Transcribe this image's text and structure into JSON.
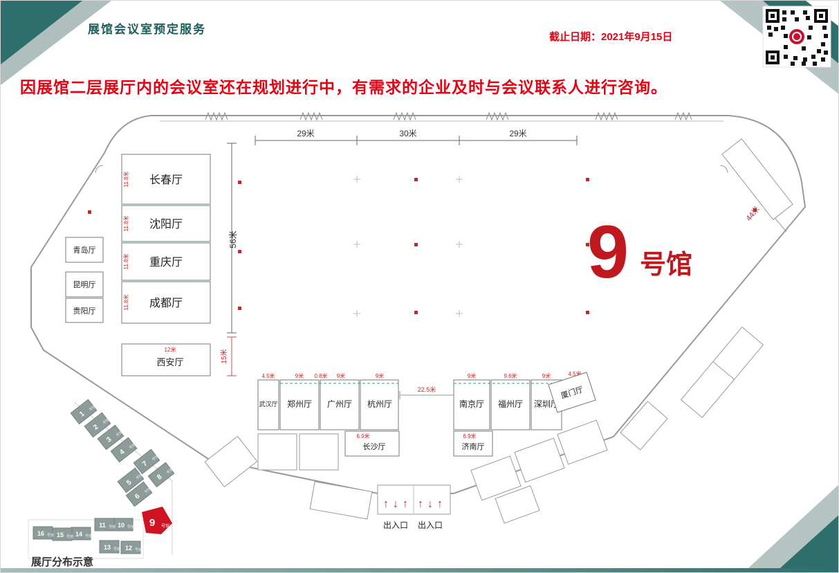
{
  "page": {
    "title": "展馆会议室预定服务",
    "deadline": "截止日期：2021年9月15日",
    "notice": "因展馆二层展厅内的会议室还在规划进行中，有需求的企业及时与会议联系人进行咨询。"
  },
  "hall": {
    "big_number": "9",
    "big_suffix": "号馆"
  },
  "rooms": {
    "west": [
      {
        "name": "长春厅",
        "dim": "11.8米"
      },
      {
        "name": "沈阳厅",
        "dim": "11.8米"
      },
      {
        "name": "重庆厅",
        "dim": "11.8米"
      },
      {
        "name": "成都厅",
        "dim": "11.8米"
      }
    ],
    "far_west": [
      {
        "name": "青岛厅"
      },
      {
        "name": "昆明厅"
      },
      {
        "name": "贵阳厅"
      }
    ],
    "xian": {
      "name": "西安厅",
      "dim": "12米"
    },
    "south_left": [
      {
        "name": "武汉厅",
        "dim": "4.5米"
      },
      {
        "name": "郑州厅",
        "dim": "9米"
      },
      {
        "name": "广州厅",
        "dim": "0.8米"
      },
      {
        "name": "杭州厅",
        "dim": "9米"
      }
    ],
    "south_left_extra_dim": "9米",
    "changsha": {
      "name": "长沙厅",
      "dim": "6.9米"
    },
    "south_right": [
      {
        "name": "南京厅",
        "dim": "9米"
      },
      {
        "name": "福州厅",
        "dim": "9.6米"
      },
      {
        "name": "深圳厅",
        "dim": "9米"
      }
    ],
    "xiamen": {
      "name": "厦门厅",
      "dim": "4.5米"
    },
    "jinan": {
      "name": "济南厅",
      "dim": "6.9米"
    }
  },
  "dimensions": {
    "top": [
      "29米",
      "30米",
      "29米"
    ],
    "west_upper": "56米",
    "west_lower": "15米",
    "east": "44米",
    "center": "22.5米"
  },
  "entrance": {
    "label_left": "出入口",
    "label_right": "出入口",
    "arrow_up": "↑",
    "arrow_down": "↓"
  },
  "minimap": {
    "caption": "展厅分布示意",
    "suffix": "号馆",
    "halls": [
      "1",
      "2",
      "3",
      "4",
      "5",
      "6",
      "7",
      "8",
      "9",
      "10",
      "11",
      "12",
      "13",
      "14",
      "15",
      "16"
    ]
  },
  "colors": {
    "accent_teal": "#2e6e6d",
    "notice_red": "#e60012",
    "hall_red": "#c0181f"
  }
}
